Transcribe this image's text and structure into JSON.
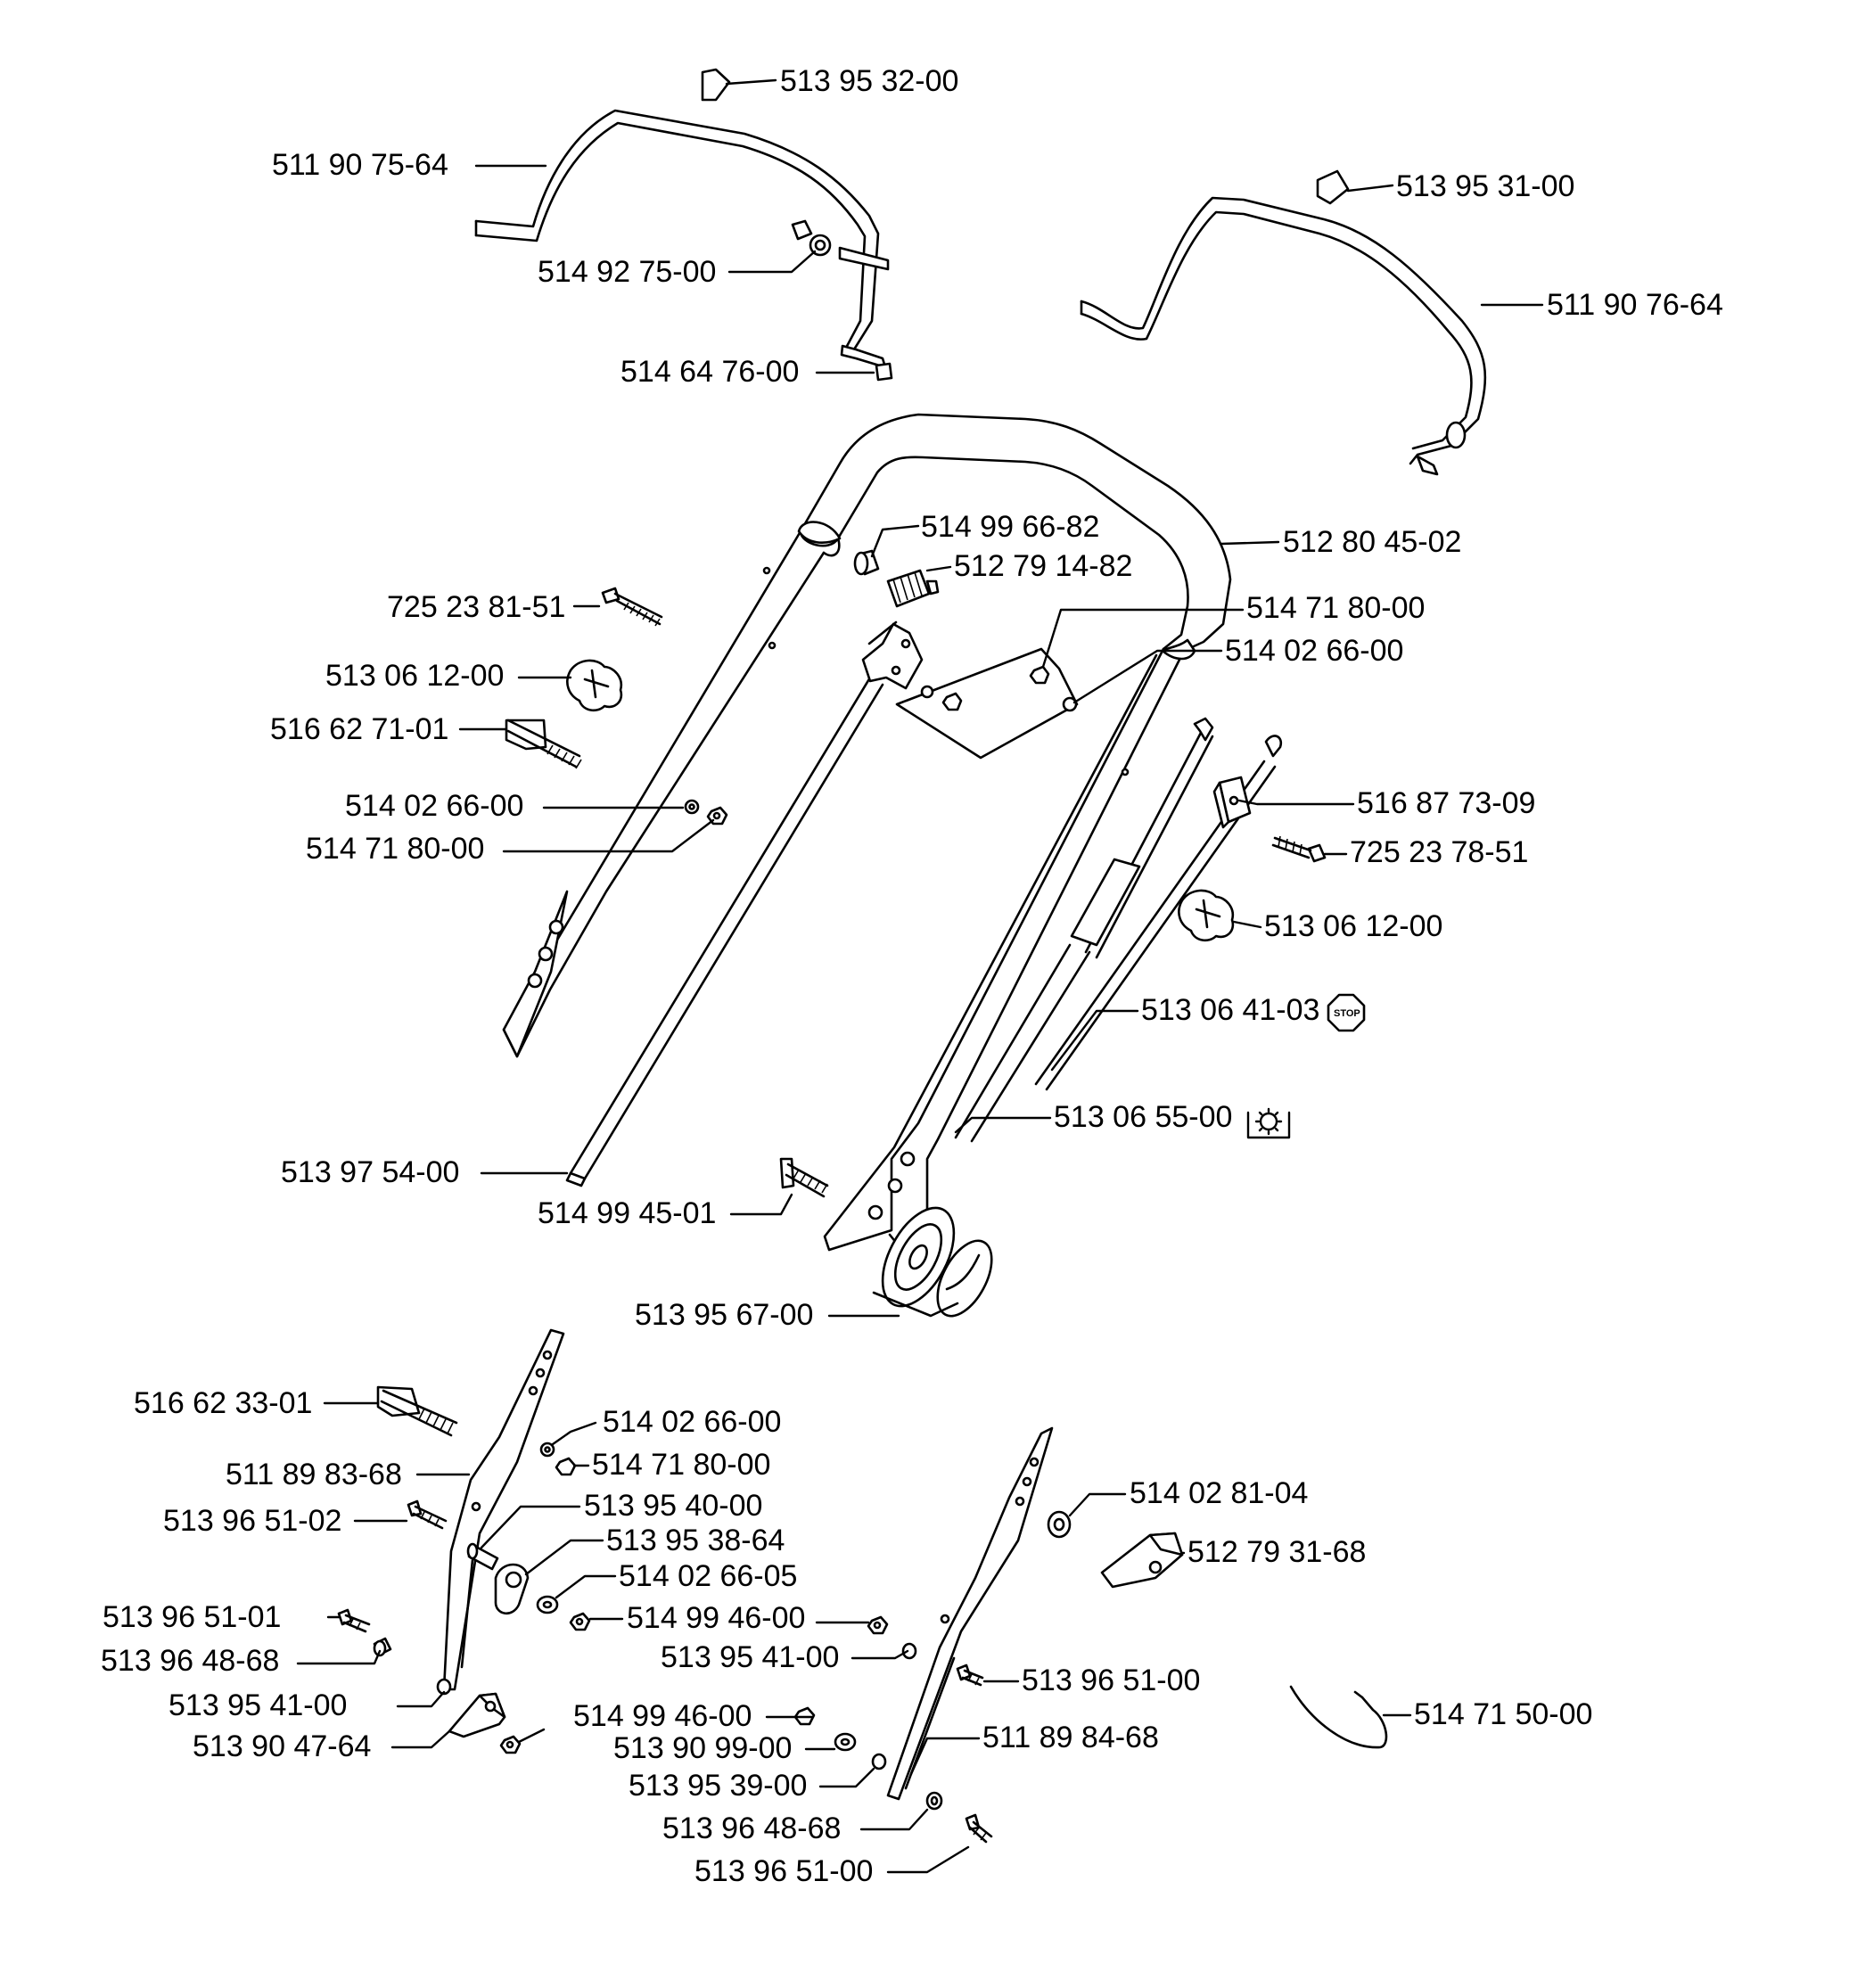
{
  "diagram": {
    "labels": [
      "513 95 32-00",
      "511 90 75-64",
      "514 92 75-00",
      "514 64 76-00",
      "513 95 31-00",
      "511 90 76-64",
      "514 99 66-82",
      "512 79 14-82",
      "512 80 45-02",
      "725 23 81-51",
      "514 71 80-00",
      "514 02 66-00",
      "513 06 12-00",
      "516 62 71-01",
      "514 02 66-00",
      "514 71 80-00",
      "516 87 73-09",
      "725 23 78-51",
      "513 06 12-00",
      "513 06 41-03",
      "513 06 55-00",
      "513 97 54-00",
      "514 99 45-01",
      "513 95 67-00",
      "516 62 33-01",
      "514 02 66-00",
      "514 71 80-00",
      "511 89 83-68",
      "513 96 51-02",
      "513 95 40-00",
      "513 95 38-64",
      "514 02 66-05",
      "514 02 81-04",
      "512 79 31-68",
      "513 96 51-01",
      "514 99 46-00",
      "513 96 48-68",
      "513 95 41-00",
      "513 96 51-00",
      "513 95 41-00",
      "514 99 46-00",
      "514 71 50-00",
      "513 90 47-64",
      "513 90 99-00",
      "511 89 84-68",
      "513 95 39-00",
      "513 96 48-68",
      "513 96 51-00"
    ],
    "stop_symbol": "STOP",
    "icons": [
      "stop-sign-icon",
      "sun-gear-icon"
    ]
  }
}
